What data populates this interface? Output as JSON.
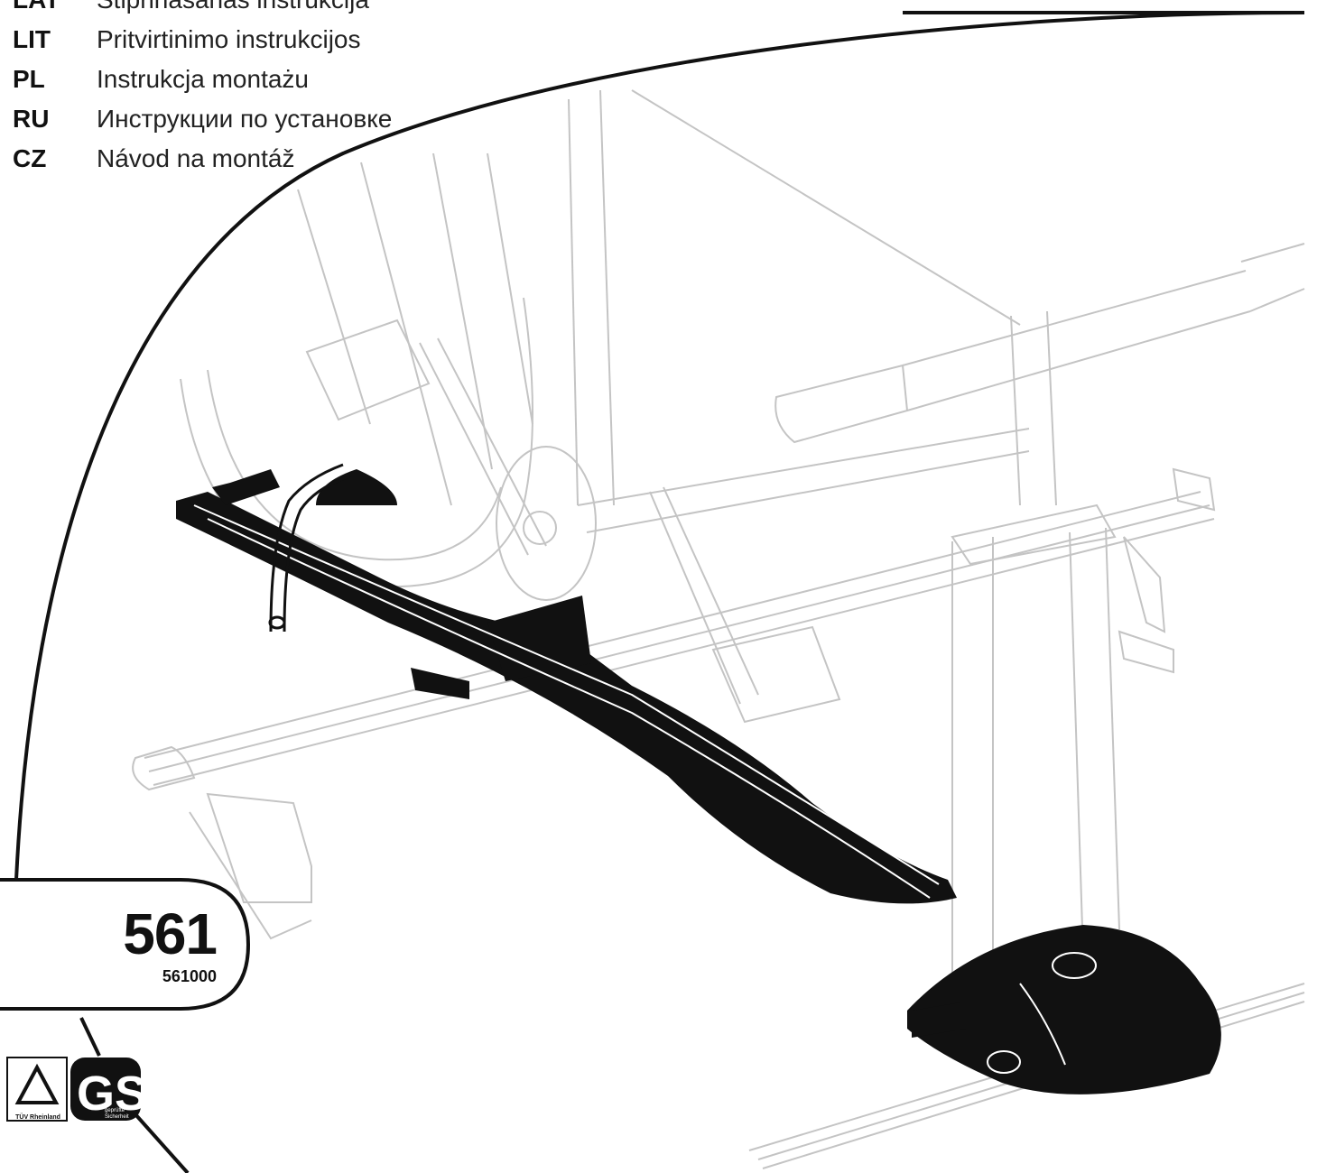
{
  "languages": [
    {
      "code": "LAT",
      "text": "Stiprināšanas instrukcija"
    },
    {
      "code": "LIT",
      "text": "Pritvirtinimo instrukcijos"
    },
    {
      "code": "PL",
      "text": "Instrukcja montażu"
    },
    {
      "code": "RU",
      "text": "Инструкции по установке"
    },
    {
      "code": "CZ",
      "text": "Návod na montáž"
    }
  ],
  "product": {
    "model": "561",
    "article": "561000"
  },
  "certification": {
    "tuv_label": "TÜV Rheinland",
    "gs_mark": "GS",
    "gs_label": "geprüfte Sicherheit"
  },
  "colors": {
    "ink": "#111111",
    "ghost_line": "#bdbdbd"
  }
}
